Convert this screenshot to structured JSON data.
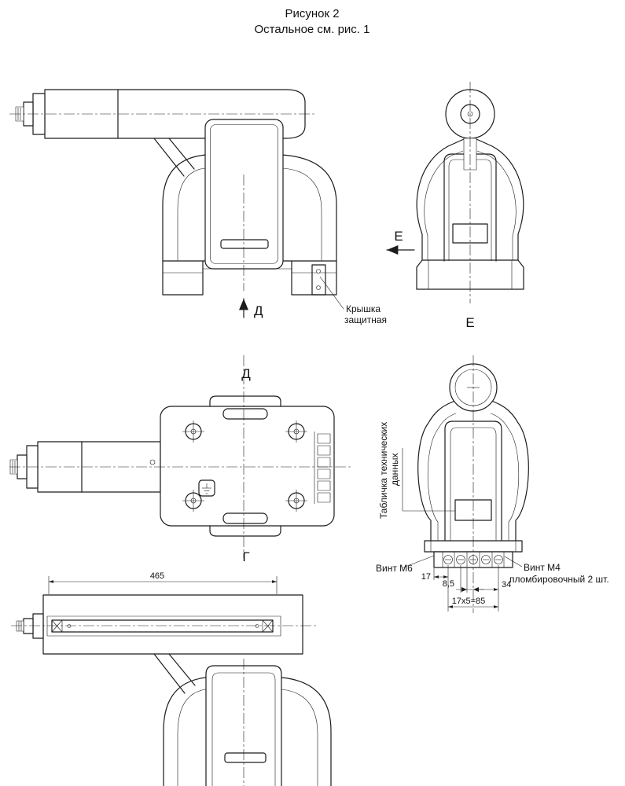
{
  "title": "Рисунок 2",
  "subtitle": "Остальное см. рис. 1",
  "views": {
    "side": {
      "arrow_label": "Д",
      "cover_line1": "Крышка",
      "cover_line2": "защитная"
    },
    "rear": {
      "arrow_label": "Е",
      "view_label": "Е"
    },
    "top": {
      "view_label": "Д"
    },
    "front": {
      "plate_line1": "Табличка технических",
      "plate_line2": "данных",
      "screw_m6": "Винт М6",
      "screw_m4": "Винт М4",
      "screw_m4_note": "пломбировочный 2 шт.",
      "dim_17": "17",
      "dim_8_5": "8,5",
      "dim_34": "34",
      "dim_pitch": "17х5=85"
    },
    "section": {
      "view_label": "Г",
      "dim_465": "465"
    }
  }
}
